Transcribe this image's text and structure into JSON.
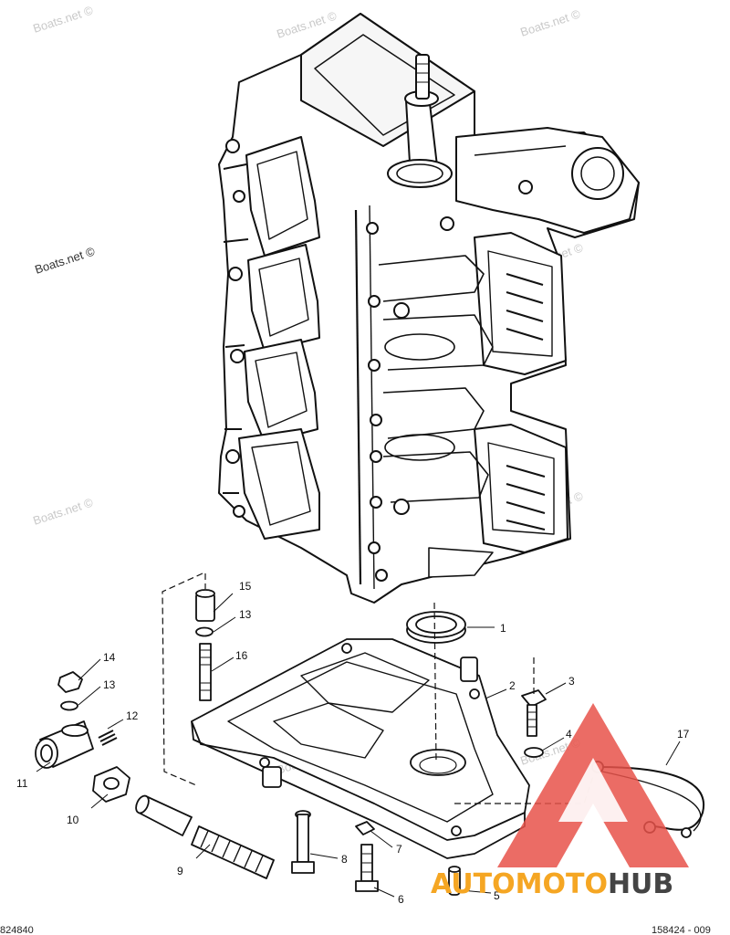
{
  "watermark": {
    "text": "Boats.net ©"
  },
  "callouts": [
    {
      "id": "1",
      "label": "1"
    },
    {
      "id": "2",
      "label": "2"
    },
    {
      "id": "3",
      "label": "3"
    },
    {
      "id": "4",
      "label": "4"
    },
    {
      "id": "5",
      "label": "5"
    },
    {
      "id": "6",
      "label": "6"
    },
    {
      "id": "7",
      "label": "7"
    },
    {
      "id": "8",
      "label": "8"
    },
    {
      "id": "9",
      "label": "9"
    },
    {
      "id": "10",
      "label": "10"
    },
    {
      "id": "11",
      "label": "11"
    },
    {
      "id": "12",
      "label": "12"
    },
    {
      "id": "13a",
      "label": "13"
    },
    {
      "id": "13b",
      "label": "13"
    },
    {
      "id": "14",
      "label": "14"
    },
    {
      "id": "15",
      "label": "15"
    },
    {
      "id": "16",
      "label": "16"
    },
    {
      "id": "17",
      "label": "17"
    }
  ],
  "corner_left": "824840",
  "corner_right": "158424 - 009",
  "logo": {
    "part1": "AUTOMOTO",
    "part2": "HUB",
    "color1": "#f5a623",
    "color2": "#444444",
    "triangle": "#e8524a"
  }
}
